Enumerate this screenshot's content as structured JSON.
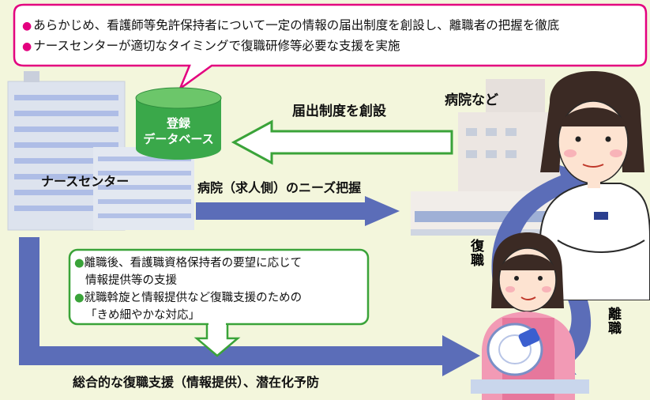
{
  "top_callout": {
    "lines": [
      "あらかじめ、看護師等免許保持者について一定の情報の届出制度を創設し、離職者の把握を徹底",
      "ナースセンターが適切なタイミングで復職研修等必要な支援を実施"
    ]
  },
  "database": {
    "line1": "登録",
    "line2": "データベース"
  },
  "labels": {
    "nurse_center": "ナースセンター",
    "hospital": "病院など",
    "notification": "届出制度を創設",
    "needs": "病院（求人側）のニーズ把握",
    "return": "復職",
    "leave": "離職",
    "bottom": "総合的な復職支援（情報提供）、潜在化予防"
  },
  "support_box": {
    "line1": "離職後、看護職資格保持者の要望に応じて",
    "line2": "情報提供等の支援",
    "line3": "就職斡旋と情報提供など復職支援のための",
    "line4": "「きめ細やかな対応」"
  },
  "colors": {
    "background": "#f3f6dc",
    "accent_green": "#3aa339",
    "arrow_blue": "#5b6db8",
    "bullet_pink": "#e3007f",
    "db_green": "#3aa84a"
  }
}
